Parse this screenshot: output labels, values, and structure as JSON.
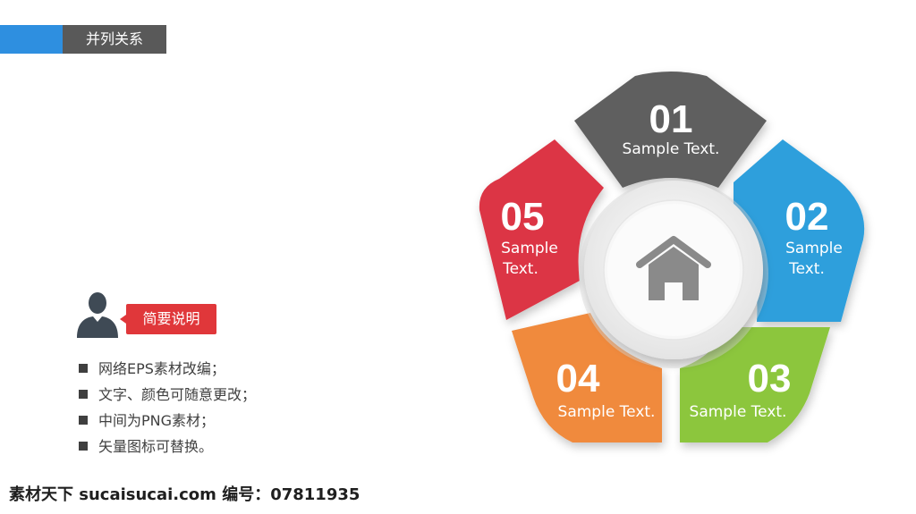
{
  "header": {
    "title": "并列关系"
  },
  "summary": {
    "label": "简要说明"
  },
  "bullets": [
    "网络EPS素材改编；",
    "文字、颜色可随意更改；",
    "中间为PNG素材；",
    "矢量图标可替换。"
  ],
  "center": {
    "icon": "home-icon"
  },
  "segments": [
    {
      "number": "01",
      "line1": "Sample Text.",
      "line2": "",
      "color": "#5f5f5f"
    },
    {
      "number": "02",
      "line1": "Sample",
      "line2": "Text.",
      "color": "#2d9fdc"
    },
    {
      "number": "03",
      "line1": "Sample Text.",
      "line2": "",
      "color": "#8cc63e"
    },
    {
      "number": "04",
      "line1": "Sample Text.",
      "line2": "",
      "color": "#f08a3c"
    },
    {
      "number": "05",
      "line1": "Sample",
      "line2": "Text.",
      "color": "#dc3444"
    }
  ],
  "watermark": "素材天下 sucaisucai.com  编号：07811935"
}
